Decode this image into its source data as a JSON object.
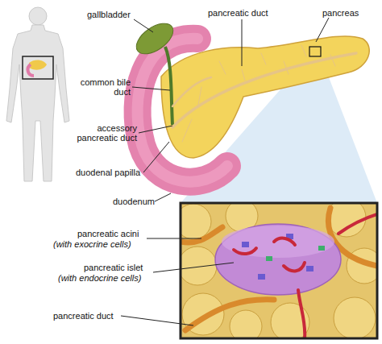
{
  "diagram": {
    "labels": [
      "gallbladder",
      "pancreatic duct",
      "pancreas",
      "common bile duct",
      "accessory pancreatic duct",
      "duodenal papilla",
      "duodenum",
      "pancreatic acini",
      "(with exocrine cells)",
      "pancreatic islet",
      "(with endocrine cells)",
      "pancreatic duct"
    ]
  }
}
